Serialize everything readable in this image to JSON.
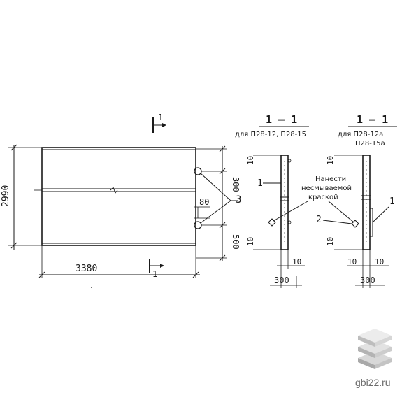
{
  "main_view": {
    "width_label": "3380",
    "height_label": "2990",
    "dim_top_right": "300",
    "dim_bottom_right": "500",
    "dim_gap": "80",
    "callout": "3",
    "section_mark_top": "1",
    "section_mark_bottom": "1"
  },
  "section_a": {
    "title": "1 — 1",
    "caption": "для П28-12, П28-15",
    "dim_top": "10",
    "dim_bottom": "10",
    "callout": "1",
    "base_small": "10",
    "base_total": "300"
  },
  "section_b": {
    "title": "1 — 1",
    "caption_line1": "для П28-12а",
    "caption_line2": "П28-15а",
    "dim_top": "10",
    "dim_bottom": "10",
    "callout_1": "1",
    "callout_2": "2",
    "base_left": "10",
    "base_right": "10",
    "base_total": "300"
  },
  "note": {
    "line1": "Нанести",
    "line2": "несмываемой",
    "line3": "краской"
  },
  "watermark": {
    "text": "gbi22.ru",
    "icon": "stacked-slabs-icon"
  }
}
